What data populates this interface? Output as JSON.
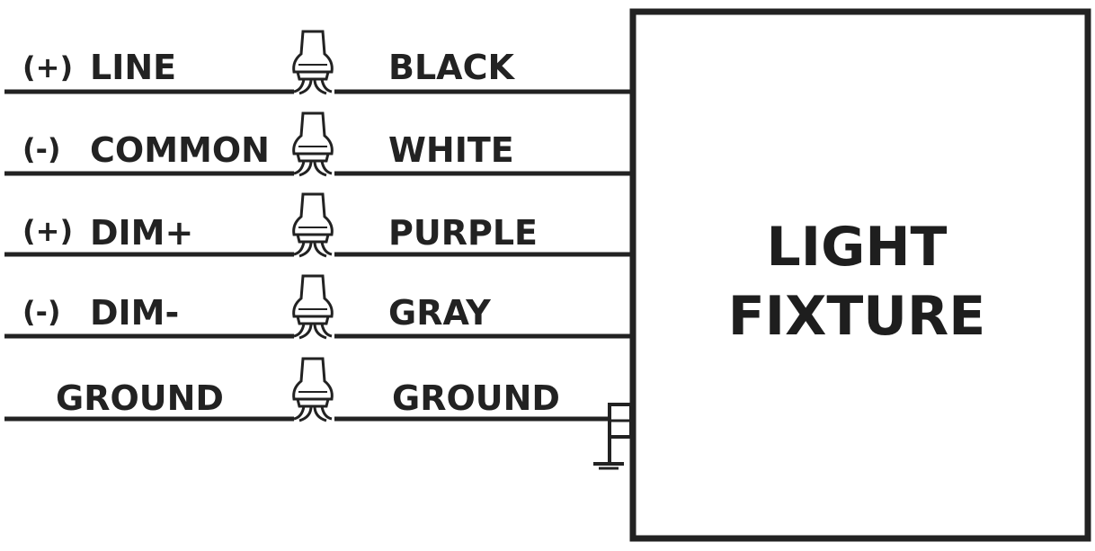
{
  "colors": {
    "ink": "#222222",
    "background": "#ffffff"
  },
  "fixture": {
    "line1": "LIGHT",
    "line2": "FIXTURE"
  },
  "circuits": [
    {
      "polarity": "(+)",
      "name": "LINE",
      "wire": "BLACK"
    },
    {
      "polarity": "(-)",
      "name": "COMMON",
      "wire": "WHITE"
    },
    {
      "polarity": "(+)",
      "name": "DIM+",
      "wire": "PURPLE"
    },
    {
      "polarity": "(-)",
      "name": "DIM-",
      "wire": "GRAY"
    },
    {
      "polarity": "",
      "name": "GROUND",
      "wire": "GROUND"
    }
  ],
  "icons": {
    "connector": "wire-nut-icon",
    "ground": "ground-symbol-icon"
  }
}
